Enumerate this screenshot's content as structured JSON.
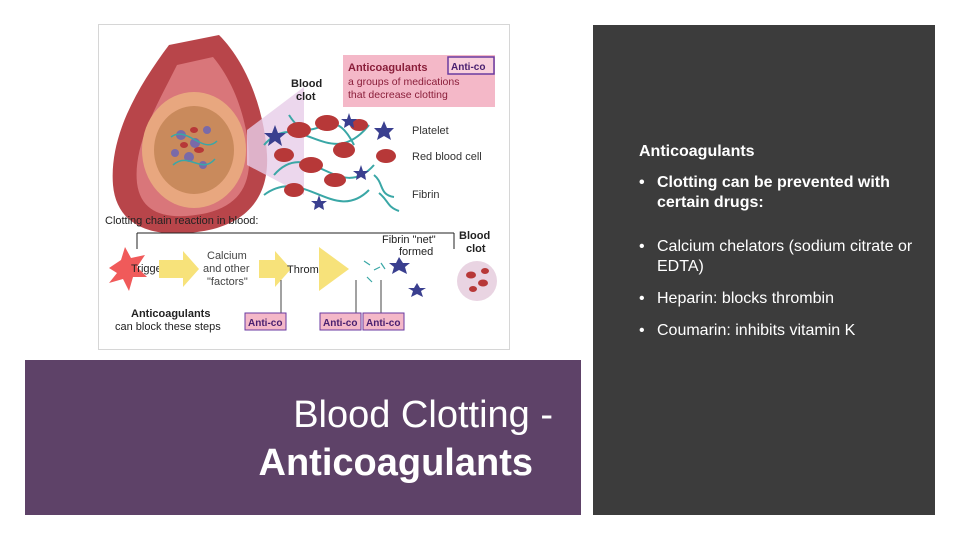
{
  "illustration": {
    "blood_clot_label_line1": "Blood",
    "blood_clot_label_line2": "clot",
    "callout_title": "Anticoagulants",
    "callout_line1": "a groups of medications",
    "callout_line2": "that decrease clotting",
    "callout_badge": "Anti-co",
    "legend_platelet": "Platelet",
    "legend_rbc": "Red blood cell",
    "legend_fibrin": "Fibrin",
    "chain_heading": "Clotting chain reaction in blood:",
    "step_trigger": "Trigger",
    "step_calcium_line1": "Calcium",
    "step_calcium_line2": "and other",
    "step_calcium_line3": "\"factors\"",
    "step_thrombin": "Thrombin",
    "fibrin_net_line1": "Fibrin \"net\"",
    "fibrin_net_line2": "formed",
    "final_clot_line1": "Blood",
    "final_clot_line2": "clot",
    "block_note_line1": "Anticoagulants",
    "block_note_line2": "can block these steps",
    "block_badge_1": "Anti-co",
    "block_badge_2": "Anti-co",
    "block_badge_3": "Anti-co",
    "colors": {
      "artery": "#b8454a",
      "callout_bg": "#f4b8c8",
      "arrow": "#f7e27a",
      "fibrin": "#3aa7a6",
      "platelet": "#3a3f8f"
    }
  },
  "panel": {
    "heading": "Anticoagulants",
    "bullets": [
      "Clotting can be prevented with certain drugs:",
      "Calcium chelators (sodium citrate or EDTA)",
      "Heparin: blocks thrombin",
      "Coumarin: inhibits vitamin K"
    ],
    "bullet_marker": "•",
    "background": "#3c3c3c"
  },
  "title": {
    "line1": "Blood Clotting -",
    "line2": "Anticoagulants",
    "background": "#5e4268"
  }
}
